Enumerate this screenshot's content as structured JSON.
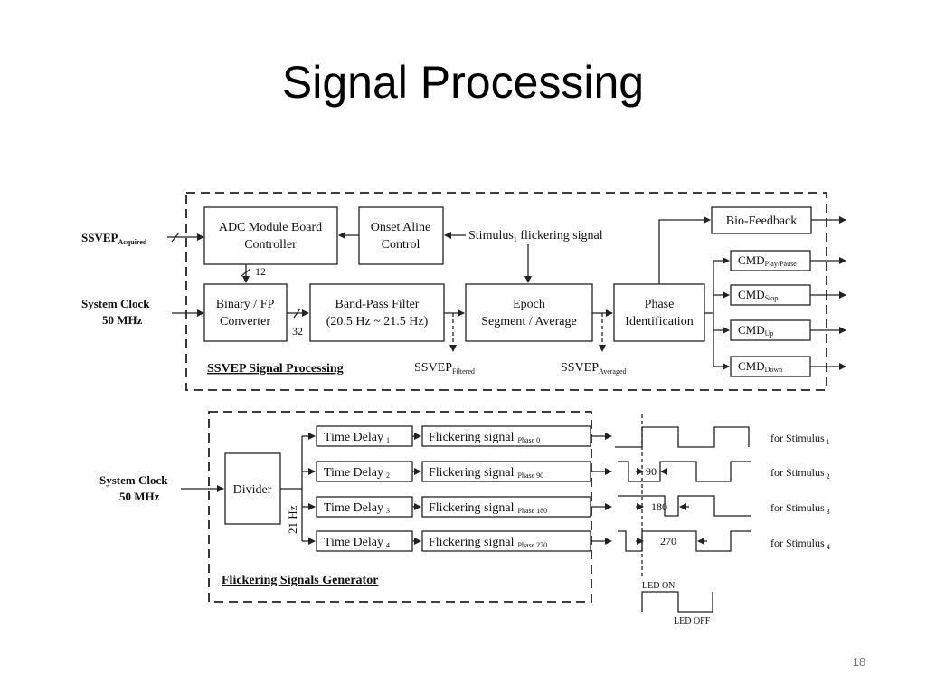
{
  "slide": {
    "title": "Signal Processing",
    "page_number": "18"
  },
  "top": {
    "label": "SSVEP Signal Processing",
    "in_ssvep": "SSVEP",
    "in_ssvep_sub": "Acquired",
    "in_clock": [
      "System Clock",
      "50 MHz"
    ],
    "adc": [
      "ADC Module Board",
      "Controller"
    ],
    "onset": [
      "Onset Aline",
      "Control"
    ],
    "stimulus": "Stimulus",
    "stimulus_sub": "1",
    "stimulus_rest": " flickering signal",
    "binary": [
      "Binary / FP",
      "Converter"
    ],
    "bpf": [
      "Band-Pass Filter",
      "(20.5 Hz ~ 21.5 Hz)"
    ],
    "epoch": [
      "Epoch",
      "Segment / Average"
    ],
    "phase": [
      "Phase",
      "Identification"
    ],
    "bio": "Bio-Feedback",
    "cmd": "CMD",
    "cmd_subs": [
      "Play/Pause",
      "Stop",
      "Up",
      "Down"
    ],
    "bus_12": "12",
    "bus_32": "32",
    "out_filtered": "SSVEP",
    "out_filtered_sub": "Filtered",
    "out_averaged": "SSVEP",
    "out_averaged_sub": "Averaged"
  },
  "bottom": {
    "label": "Flickering Signals Generator",
    "in_clock": [
      "System Clock",
      "50 MHz"
    ],
    "divider": "Divider",
    "freq": "21 Hz",
    "delay_text": "Time Delay",
    "delay_subs": [
      "1",
      "2",
      "3",
      "4"
    ],
    "flicker_text": "Flickering signal",
    "phase_subs": [
      "Phase 0",
      "Phase 90",
      "Phase 180",
      "Phase 270"
    ],
    "waves": {
      "phase_labels": [
        "90",
        "180",
        "270"
      ],
      "stim_text": "for Stimulus",
      "stim_subs": [
        "1",
        "2",
        "3",
        "4"
      ],
      "led_on": "LED ON",
      "led_off": "LED OFF"
    }
  }
}
